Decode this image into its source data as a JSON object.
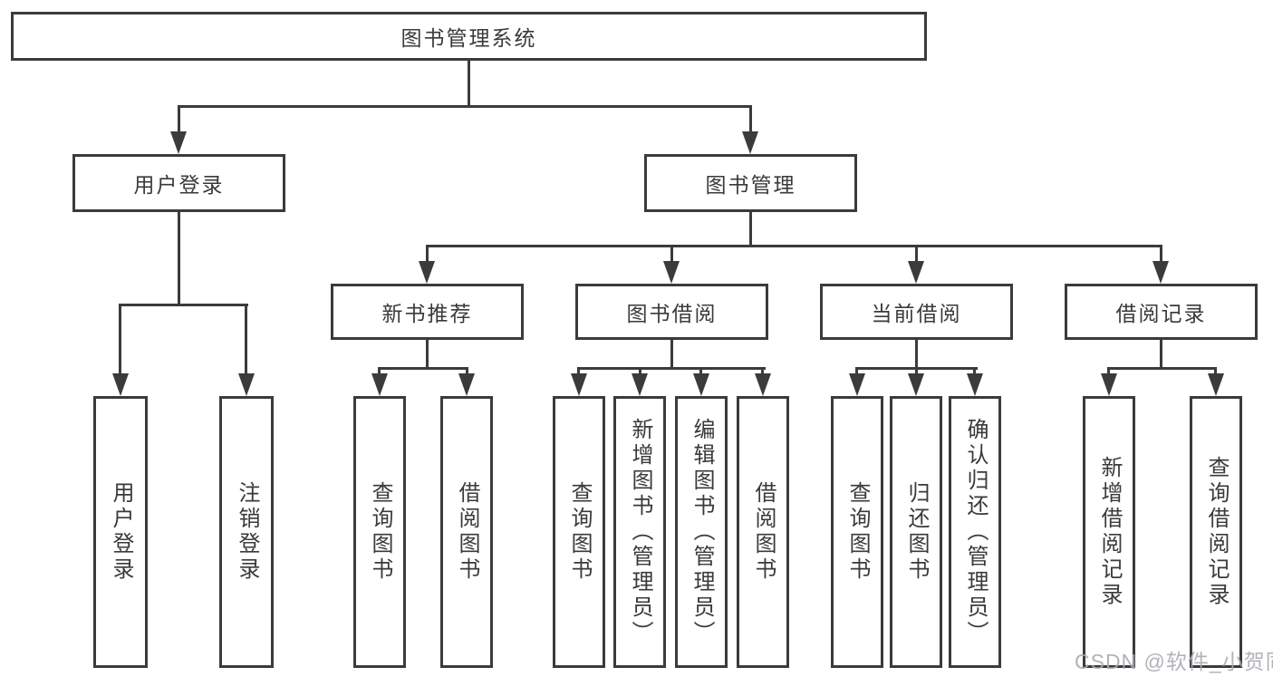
{
  "colors": {
    "line": "#3b3b3b",
    "text": "#3a3a3a",
    "watermark": "#aaaab2",
    "background": "#ffffff"
  },
  "tree": {
    "root": {
      "label": "图书管理系统"
    },
    "branches": [
      {
        "label": "用户登录",
        "children": [
          {
            "label": "用户登录"
          },
          {
            "label": "注销登录"
          }
        ]
      },
      {
        "label": "图书管理",
        "children": [
          {
            "label": "新书推荐",
            "children": [
              {
                "label": "查询图书"
              },
              {
                "label": "借阅图书"
              }
            ]
          },
          {
            "label": "图书借阅",
            "children": [
              {
                "label": "查询图书"
              },
              {
                "label": "新增图书（管理员）"
              },
              {
                "label": "编辑图书（管理员）"
              },
              {
                "label": "借阅图书"
              }
            ]
          },
          {
            "label": "当前借阅",
            "children": [
              {
                "label": "查询图书"
              },
              {
                "label": "归还图书"
              },
              {
                "label": "确认归还（管理员）"
              }
            ]
          },
          {
            "label": "借阅记录",
            "children": [
              {
                "label": "新增借阅记录"
              },
              {
                "label": "查询借阅记录"
              }
            ]
          }
        ]
      }
    ]
  },
  "watermark": {
    "text": "CSDN @软件_小贺同学"
  }
}
